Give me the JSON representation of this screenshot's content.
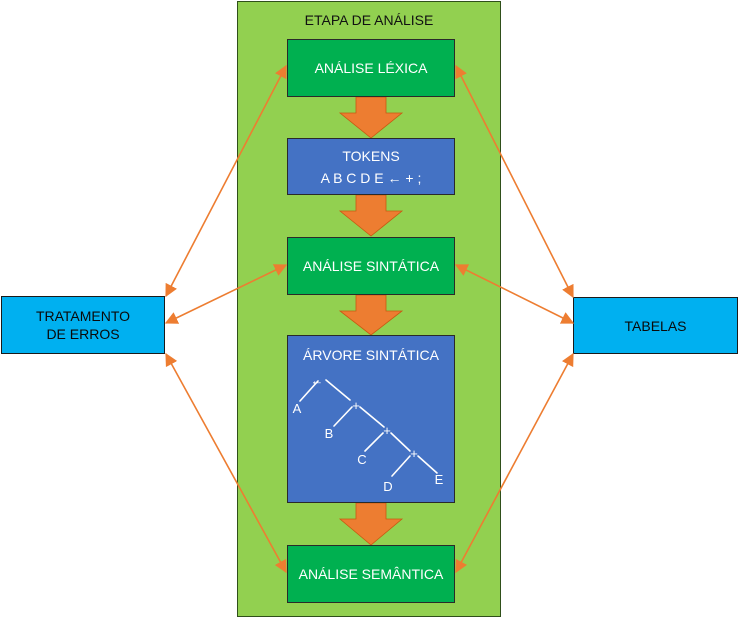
{
  "colors": {
    "panel": "#92d050",
    "green_box": "#00b050",
    "blue_box": "#4472c4",
    "side_box": "#00b0f0",
    "arrow": "#ed7d31"
  },
  "panel": {
    "title": "ETAPA DE ANÁLISE"
  },
  "steps": {
    "lexical": "ANÁLISE LÉXICA",
    "tokens_title": "TOKENS",
    "tokens_value": "A B C D E ← + ;",
    "syntactic": "ANÁLISE SINTÁTICA",
    "tree_title": "ÁRVORE SINTÁTICA",
    "semantic": "ANÁLISE SEMÂNTICA"
  },
  "tree": {
    "root": "←",
    "plus": "+",
    "leaves": [
      "A",
      "B",
      "C",
      "D",
      "E"
    ]
  },
  "left_box": {
    "line1": "TRATAMENTO",
    "line2": "DE ERROS"
  },
  "right_box": {
    "label": "TABELAS"
  }
}
